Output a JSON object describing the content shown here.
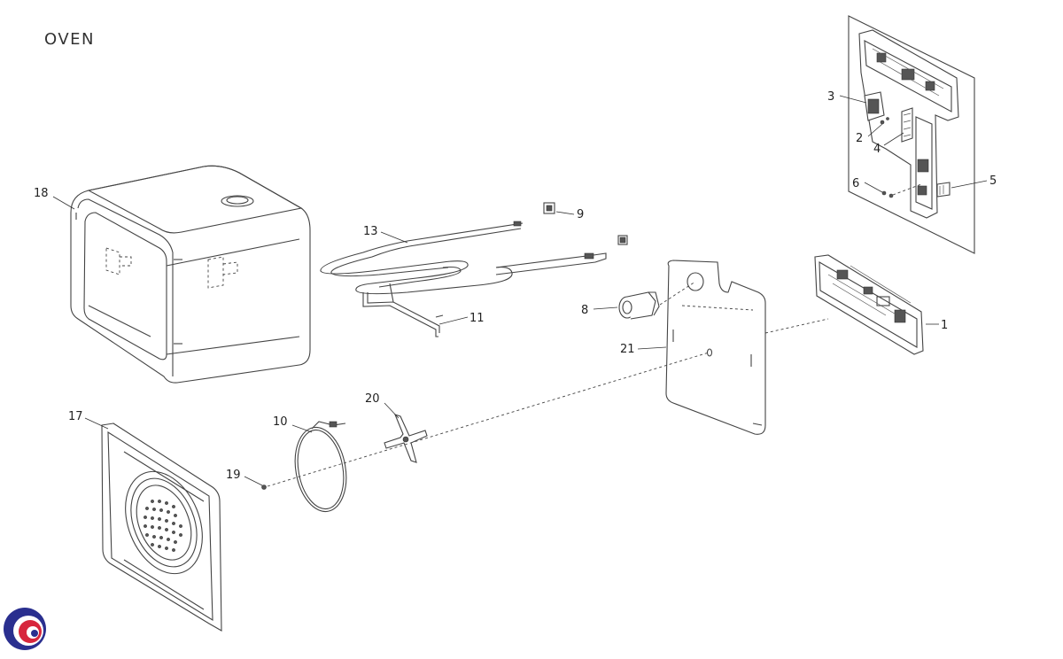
{
  "diagram": {
    "title": "OVEN",
    "callouts": [
      {
        "id": "c1",
        "label": "1"
      },
      {
        "id": "c2",
        "label": "2"
      },
      {
        "id": "c3",
        "label": "3"
      },
      {
        "id": "c4",
        "label": "4"
      },
      {
        "id": "c5",
        "label": "5"
      },
      {
        "id": "c6",
        "label": "6"
      },
      {
        "id": "c8",
        "label": "8"
      },
      {
        "id": "c9",
        "label": "9"
      },
      {
        "id": "c10",
        "label": "10"
      },
      {
        "id": "c11",
        "label": "11"
      },
      {
        "id": "c13",
        "label": "13"
      },
      {
        "id": "c17",
        "label": "17"
      },
      {
        "id": "c18",
        "label": "18"
      },
      {
        "id": "c19",
        "label": "19"
      },
      {
        "id": "c20",
        "label": "20"
      },
      {
        "id": "c21",
        "label": "21"
      }
    ]
  },
  "colors": {
    "line": "#444444",
    "logo_red": "#d7263d",
    "logo_blue": "#2a2f8f"
  }
}
